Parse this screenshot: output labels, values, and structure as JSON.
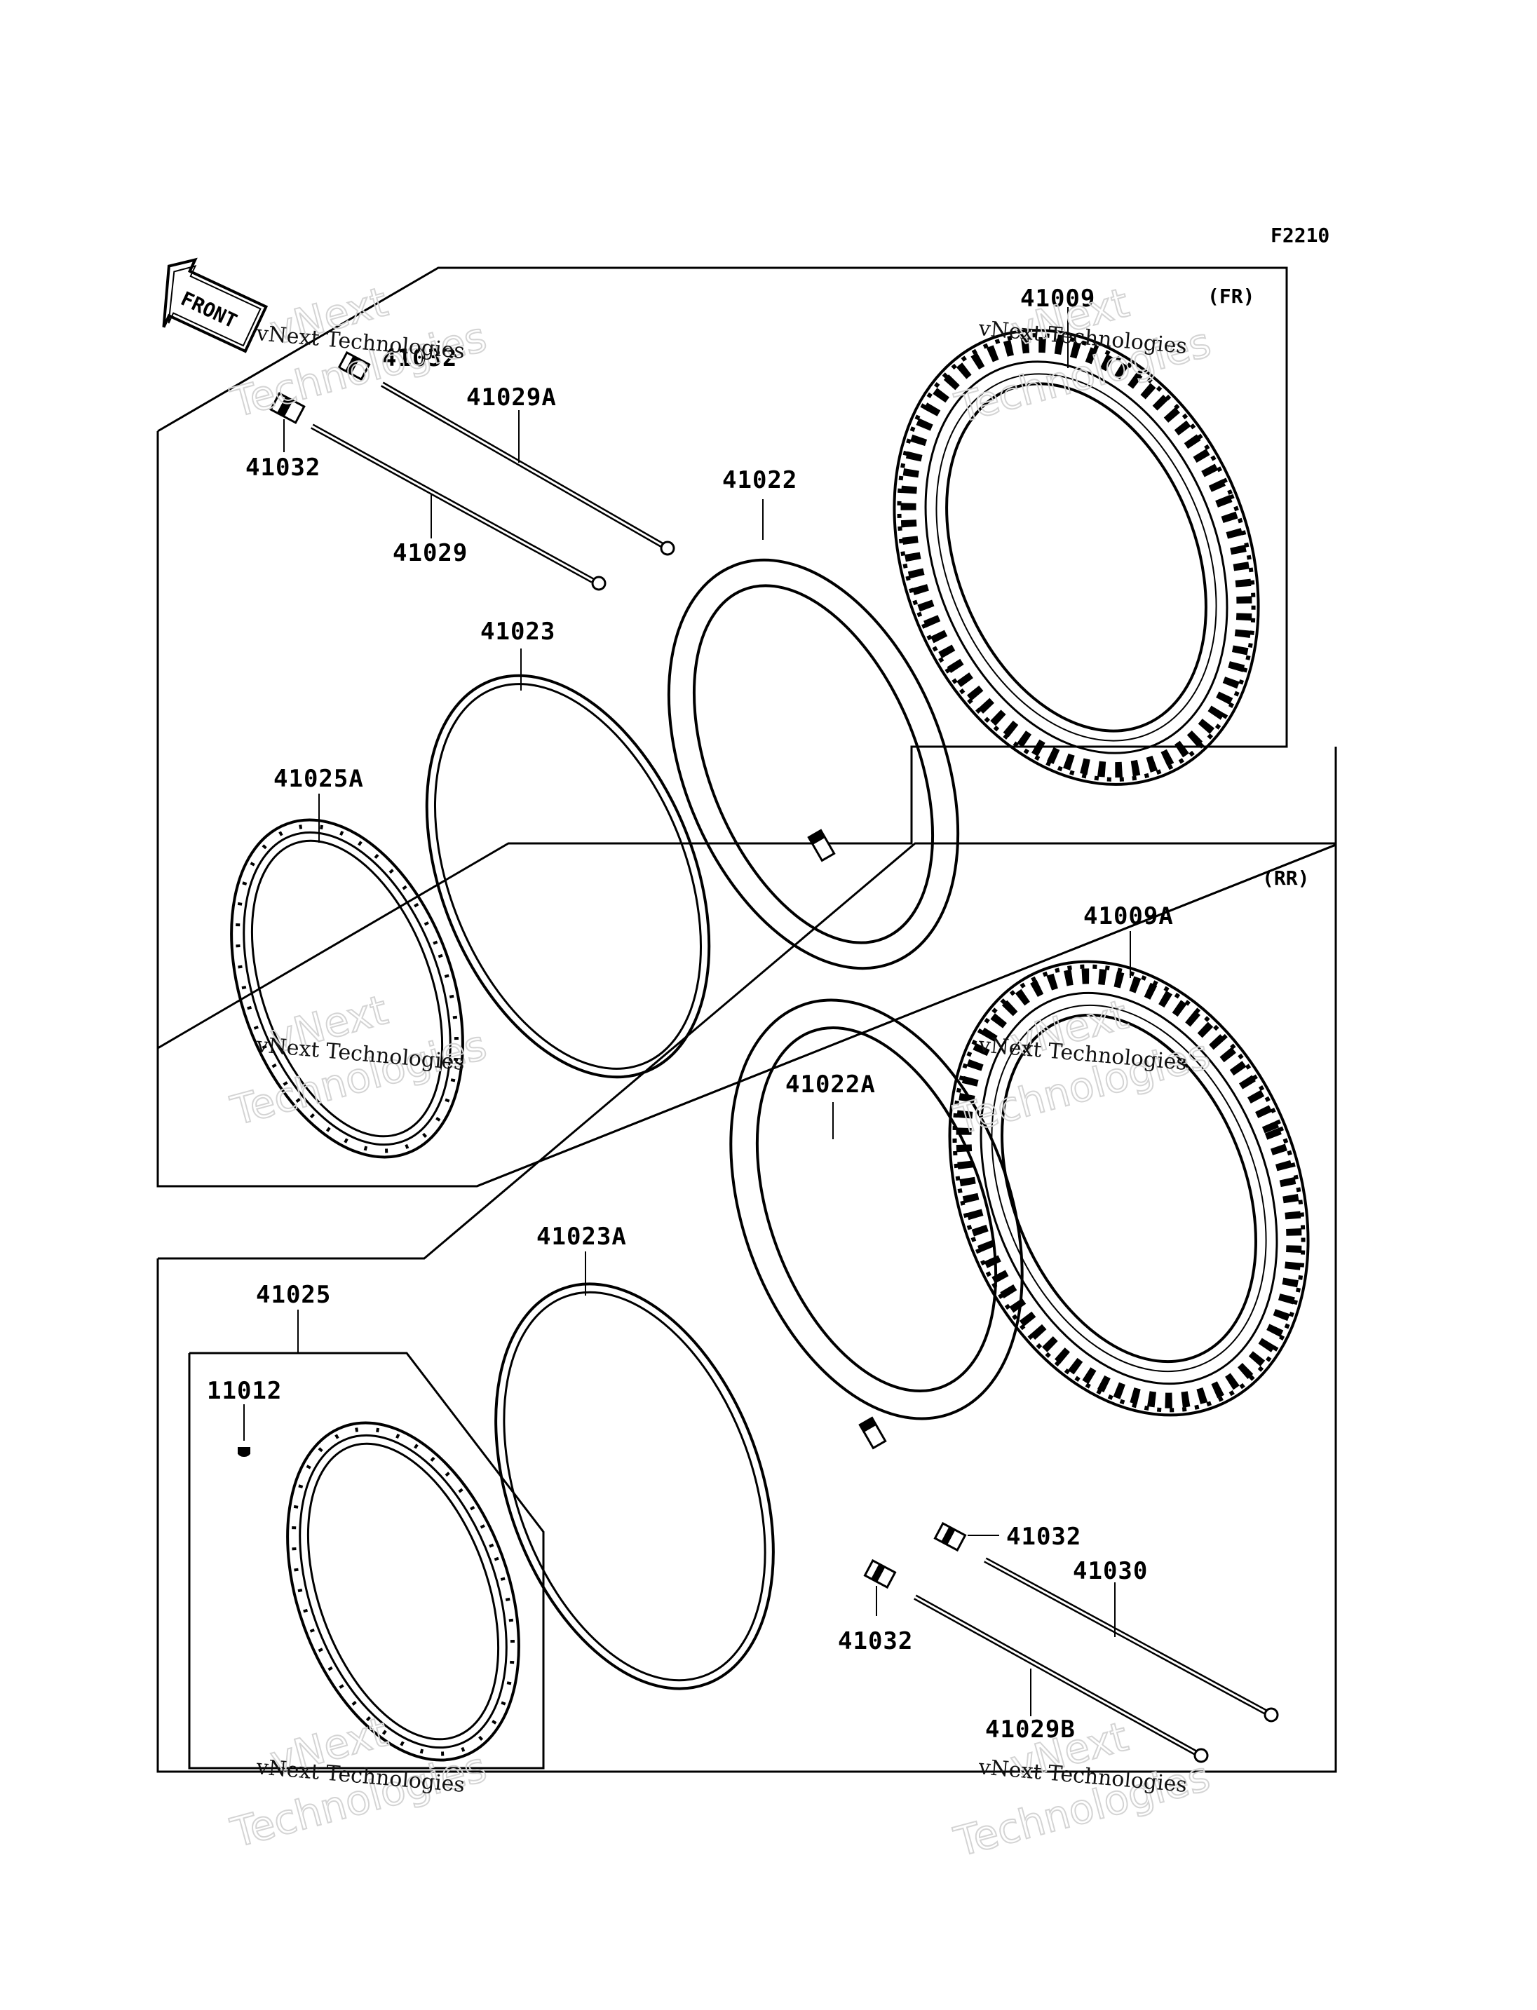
{
  "figure_code": "F2210",
  "front_arrow_label": "FRONT",
  "sections": {
    "front": {
      "label": "(FR)"
    },
    "rear": {
      "label": "(RR)"
    }
  },
  "watermark": {
    "brand": "vNext",
    "brand_line2": "Technologies",
    "caption": "vNext Technologies"
  },
  "parts": {
    "front_tire": "41009",
    "front_valve_cap_top": "41032",
    "front_valve_cap": "41032",
    "front_spoke_a": "41029A",
    "front_spoke": "41029",
    "front_tube": "41022",
    "front_rim_band": "41023",
    "front_rim": "41025A",
    "rear_tire": "41009A",
    "rear_tube": "41022A",
    "rear_rim_band": "41023A",
    "rear_rim": "41025",
    "rear_rim_plug": "11012",
    "rear_valve_cap_upper": "41032",
    "rear_spoke_a": "41030",
    "rear_valve_cap_lower": "41032",
    "rear_spoke_b": "41029B"
  }
}
